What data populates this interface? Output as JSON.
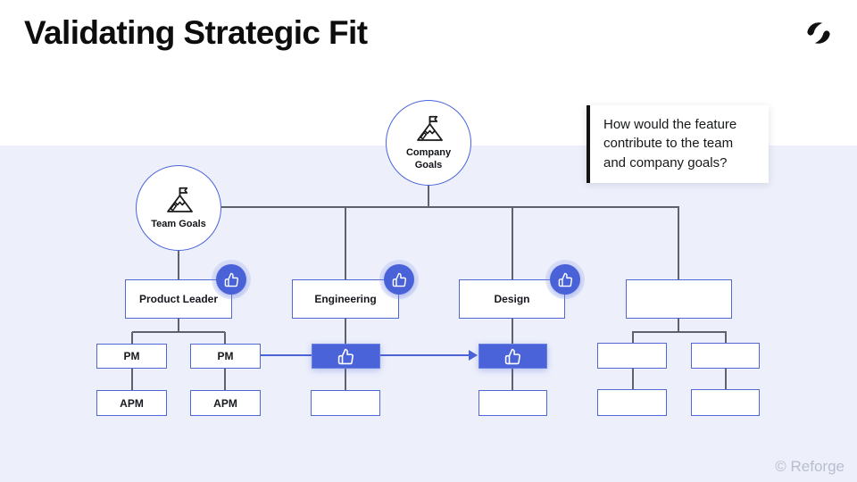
{
  "header": {
    "title": "Validating Strategic Fit",
    "logo": "reforge-logo"
  },
  "callout": {
    "text": "How would the feature contribute to the team and company goals?"
  },
  "footer": {
    "watermark": "© Reforge"
  },
  "colors": {
    "accent_blue": "#4a63d9",
    "badge_blue": "#4a62d8",
    "box_border_blue": "#5068d4",
    "lower_background": "#edf0fb",
    "connector_gray": "#5e626d",
    "callout_bar": "#131313",
    "watermark_gray": "#b9bdcf"
  },
  "diagram": {
    "nodes": {
      "company_goals": "Company Goals",
      "team_goals": "Team Goals",
      "dept_1": "Product Leader",
      "dept_2": "Engineering",
      "dept_3": "Design",
      "dept_4": "",
      "pm_1": "PM",
      "pm_2": "PM",
      "apm_1": "APM",
      "apm_2": "APM"
    },
    "icons": {
      "goal_icon": "mountain-flag-icon",
      "endorse_icon": "thumbs-up-icon"
    }
  }
}
